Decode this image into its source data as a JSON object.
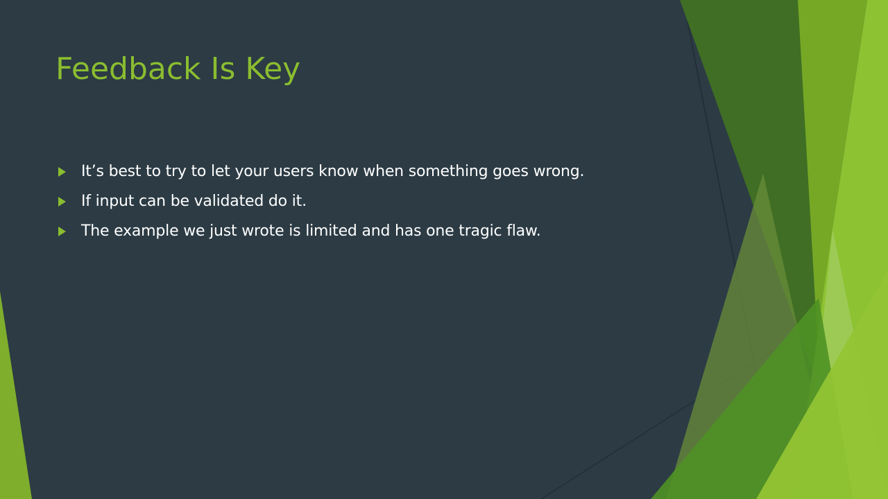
{
  "slide": {
    "title": "Feedback Is Key",
    "bullets": [
      {
        "text": "It’s best to try to let your users know when something goes wrong."
      },
      {
        "text": "If input can be validated do it."
      },
      {
        "text": "The example we just wrote is limited and has one tragic flaw."
      }
    ]
  },
  "colors": {
    "background": "#2c3b44",
    "accent": "#8bbd30",
    "text": "#ffffff"
  },
  "icons": {
    "bullet": "triangle-right-icon"
  }
}
